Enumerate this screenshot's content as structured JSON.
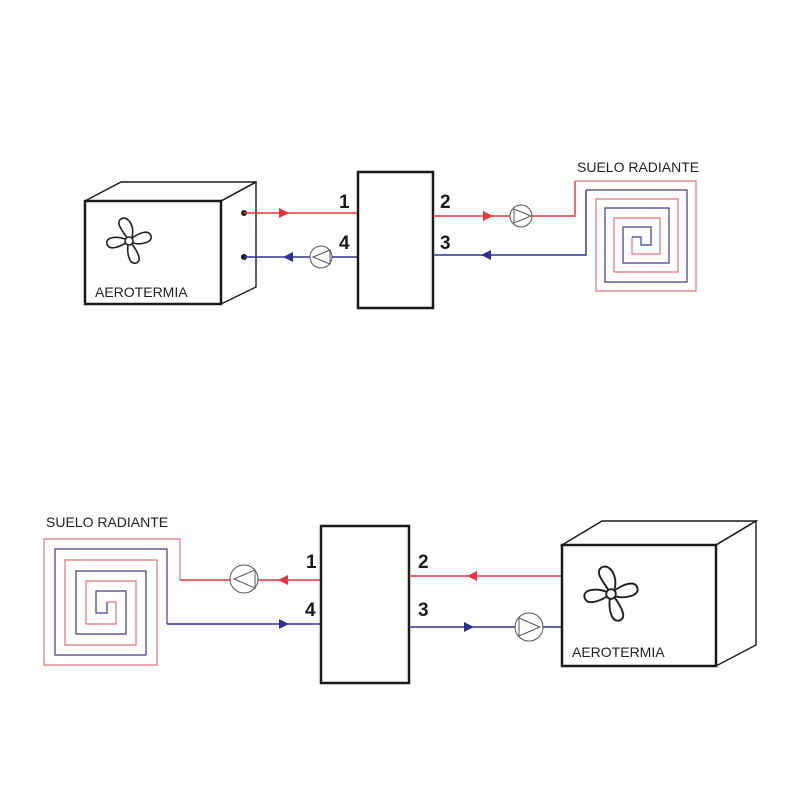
{
  "diagrams": [
    {
      "name": "top-scheme",
      "heat_pump_label": "AEROTERMIA",
      "floor_label": "SUELO RADIANTE",
      "ports": [
        "1",
        "2",
        "3",
        "4"
      ]
    },
    {
      "name": "bottom-scheme",
      "heat_pump_label": "AEROTERMIA",
      "floor_label": "SUELO RADIANTE",
      "ports": [
        "1",
        "2",
        "3",
        "4"
      ]
    }
  ],
  "colors": {
    "hot_line": "#e8333a",
    "cold_line": "#2e3192",
    "hot_coil": "#e0767b",
    "cold_coil": "#3c3c8c"
  }
}
